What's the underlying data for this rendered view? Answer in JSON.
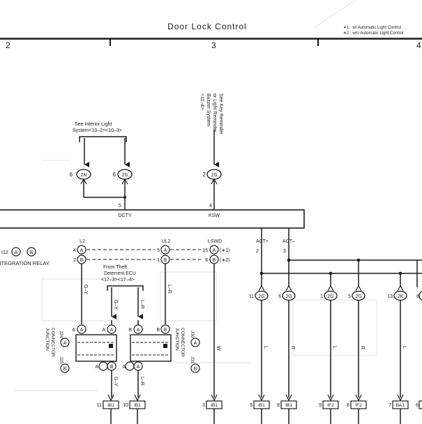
{
  "header": {
    "title": "Door Lock Control",
    "note1": "∗1 : w/ Automatic Light Control",
    "note2": "∗2 : w/o Automatic Light Control",
    "zone_2": "2",
    "zone_3": "3",
    "zone_4": "4"
  },
  "references": {
    "interior_light_1": "See Interior Light",
    "interior_light_2": "System<10–2><10–3>",
    "key_reminder_1": "See Key Reminder",
    "key_reminder_2": "or Light Reminder",
    "key_reminder_3": "Buzzer System",
    "key_reminder_4": "<11–4>",
    "theft_1": "From Theft",
    "theft_2": "Deterrent ECU",
    "theft_3": "<17–3><17–4>"
  },
  "relay": {
    "id": "I12",
    "conn_a": "A",
    "conn_b": "B",
    "name_tail": "INTEGRATION RELAY",
    "comma": ","
  },
  "pins": {
    "dcty": "DCTY",
    "dcty_num": "5",
    "ksw": "KSW",
    "ksw_num": "4",
    "l2": "L2",
    "ul2": "UL2",
    "lswd": "LSWD",
    "act_plus": "ACT+",
    "act_minus": "ACT–",
    "act_plus_num": "2",
    "act_minus_num": "3",
    "l2_a": "4",
    "l2_b": "2",
    "ul2_a": "5",
    "ul2_b": "1",
    "lswd_a": "15",
    "lswd_b": "8",
    "opt1": "(∗1)",
    "opt2": "(∗2)",
    "conn_a": "A",
    "conn_b": "B"
  },
  "top_connectors": [
    {
      "pin": "6",
      "code": "2N"
    },
    {
      "pin": "6",
      "code": "2S"
    },
    {
      "pin": "2",
      "code": "2S"
    }
  ],
  "act_connectors": [
    {
      "pin": "11",
      "code": "2G"
    },
    {
      "pin": "6",
      "code": "2G"
    },
    {
      "pin": "1",
      "code": "2G"
    },
    {
      "pin": "5",
      "code": "2G"
    },
    {
      "pin": "13",
      "code": "2K"
    },
    {
      "pin": "8",
      "code": ""
    }
  ],
  "junction": {
    "label_left_1": "JUNCTION",
    "label_left_2": "CONNECTOR",
    "label_right_1": "JUNCTION",
    "label_right_2": "CONNECTOR",
    "j24": "J24",
    "j25": "J25",
    "j30": "J30",
    "j31": "J31",
    "letter_a": "A",
    "letter_b": "B"
  },
  "wires": {
    "gy": "G–Y",
    "lr": "L–R",
    "w": "W",
    "l": "L",
    "r": "R"
  },
  "bottom_connectors": [
    {
      "pin": "11",
      "code": "IB1"
    },
    {
      "pin": "10",
      "code": "IB1"
    },
    {
      "pin": "3",
      "code": "IB1"
    },
    {
      "pin": "9",
      "code": "IB1"
    },
    {
      "pin": "8",
      "code": "IB1"
    },
    {
      "pin": "9",
      "code": "IF2"
    },
    {
      "pin": "8",
      "code": "IF2"
    },
    {
      "pin": "7",
      "code": "BA1"
    },
    {
      "pin": "6",
      "code": ""
    }
  ]
}
